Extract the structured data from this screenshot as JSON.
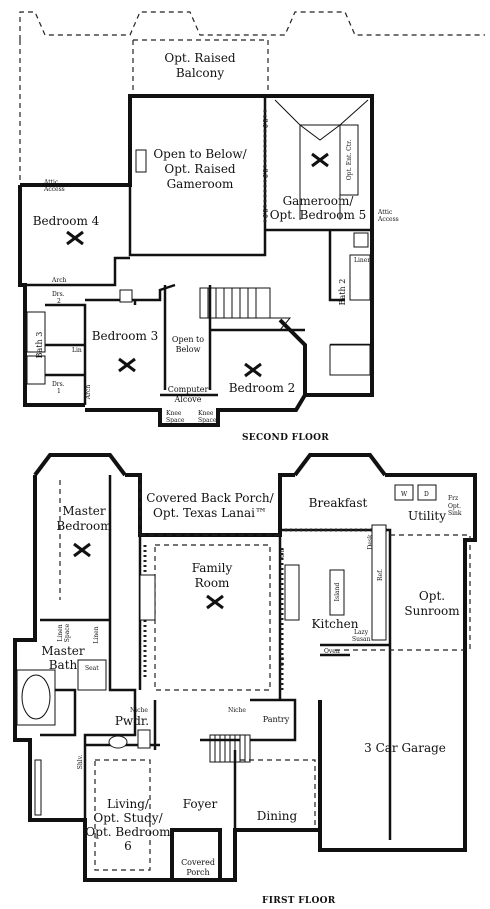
{
  "second_floor": {
    "title": "SECOND FLOOR",
    "rooms": {
      "balcony_line1": "Opt. Raised",
      "balcony_line2": "Balcony",
      "open_line1": "Open to Below/",
      "open_line2": "Opt. Raised",
      "open_line3": "Gameroom",
      "gameroom_line1": "Gameroom/",
      "gameroom_line2": "Opt. Bedroom 5",
      "bedroom4": "Bedroom 4",
      "bedroom3": "Bedroom 3",
      "bedroom2": "Bedroom 2",
      "bath2": "Bath 2",
      "bath3": "Bath 3",
      "open_below_line1": "Open to",
      "open_below_line2": "Below",
      "alcove_line1": "Computer",
      "alcove_line2": "Alcove"
    },
    "labels": {
      "attic_left_1": "Attic",
      "attic_left_2": "Access",
      "attic_right_1": "Attic",
      "attic_right_2": "Access",
      "opt_ent_ctr": "Opt. Ent. Ctr.",
      "arch_top": "Arch",
      "drs2_a": "Drs.",
      "drs2_b": "2",
      "lin": "Lin",
      "drs1_a": "Drs.",
      "drs1_b": "1",
      "arch_bottom": "Arch",
      "linen": "Linen",
      "knee_left_1": "Knee",
      "knee_left_2": "Space",
      "knee_right_1": "Knee",
      "knee_right_2": "Space",
      "header_a": "6'8\"",
      "header_b": "6'8\"",
      "header_c": "6'8\""
    }
  },
  "first_floor": {
    "title": "FIRST FLOOR",
    "rooms": {
      "porch_line1": "Covered Back Porch/",
      "porch_line2": "Opt. Texas Lanai™",
      "breakfast": "Breakfast",
      "utility": "Utility",
      "master_line1": "Master",
      "master_line2": "Bedroom",
      "family_line1": "Family",
      "family_line2": "Room",
      "kitchen": "Kitchen",
      "sunroom_line1": "Opt.",
      "sunroom_line2": "Sunroom",
      "master_bath_line1": "Master",
      "master_bath_line2": "Bath",
      "pwdr": "Pwdr.",
      "pantry": "Pantry",
      "garage": "3 Car Garage",
      "foyer": "Foyer",
      "dining": "Dining",
      "living_line1": "Living/",
      "living_line2": "Opt. Study/",
      "living_line3": "Opt. Bedroom",
      "living_line4": "6",
      "covered_line1": "Covered",
      "covered_line2": "Porch"
    },
    "labels": {
      "island": "Island",
      "desk": "Desk",
      "ref": "Ref.",
      "lazy_1": "Lazy",
      "lazy_2": "Susan",
      "oven": "Oven",
      "w": "W",
      "d": "D",
      "frz": "Frz",
      "opt_sink_1": "Opt.",
      "opt_sink_2": "Sink",
      "linen": "Linen",
      "seat": "Seat",
      "niche_left": "Niche",
      "niche_right": "Niche",
      "shlv": "Shlv.",
      "linen_space_1": "Linen",
      "linen_space_2": "Space",
      "header_a": "6'8\"",
      "header_b": "6'8\""
    }
  }
}
